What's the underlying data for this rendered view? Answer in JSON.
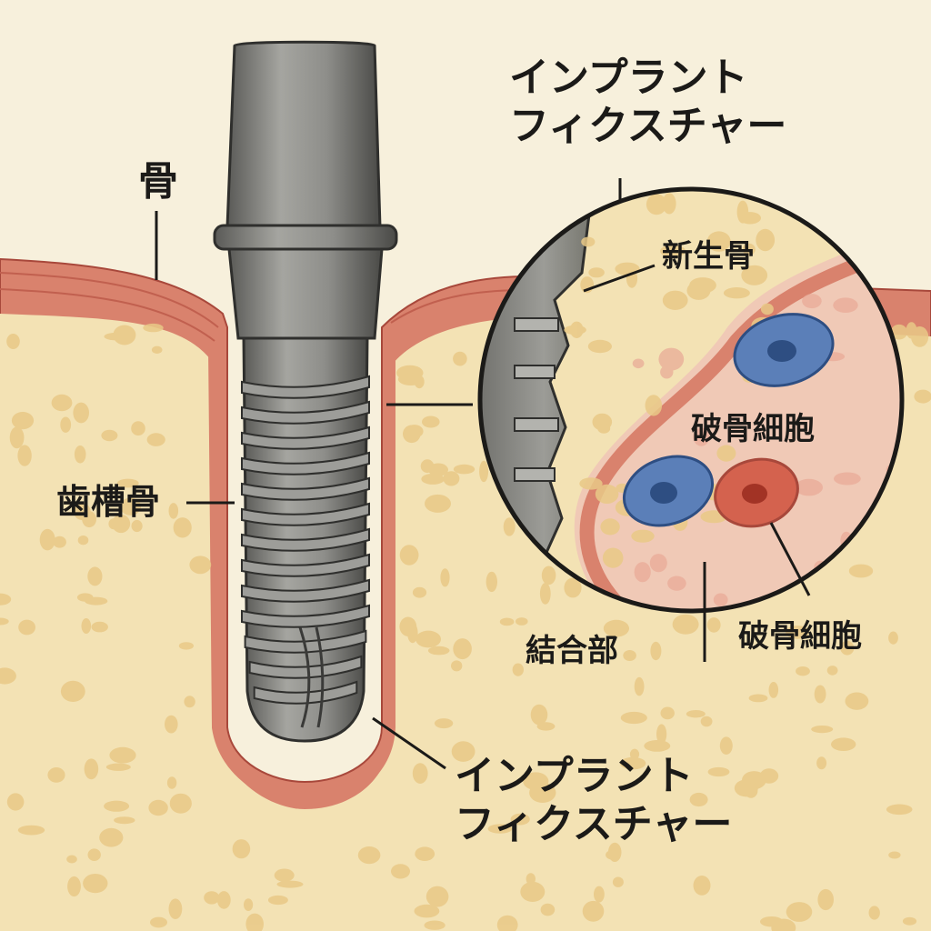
{
  "labels": {
    "bone": "骨",
    "alveolar_bone": "歯槽骨",
    "implant_fixture_top": [
      "インプラント",
      "フィクスチャー"
    ],
    "new_bone": "新生骨",
    "osteoclast_upper": "破骨細胞",
    "osteoclast_lower": "破骨細胞",
    "junction": "結合部",
    "implant_fixture_bottom": [
      "インプラント",
      "フィクスチャー"
    ]
  },
  "colors": {
    "background": "#f7f0dc",
    "bone_fill": "#f3e2b4",
    "bone_pore": "#e9c987",
    "gum": "#d9826d",
    "gum_dark": "#b9584a",
    "metal": "#8c8c88",
    "metal_dark": "#4e4e4b",
    "soft_tissue": "#f0c9b6",
    "cell_blue": "#5b7fb8",
    "cell_red": "#d4624e",
    "ink": "#1b1a18"
  },
  "icons": [
    "dental-implant-illustration",
    "osteoclast-cell-icon",
    "magnified-view-circle"
  ]
}
